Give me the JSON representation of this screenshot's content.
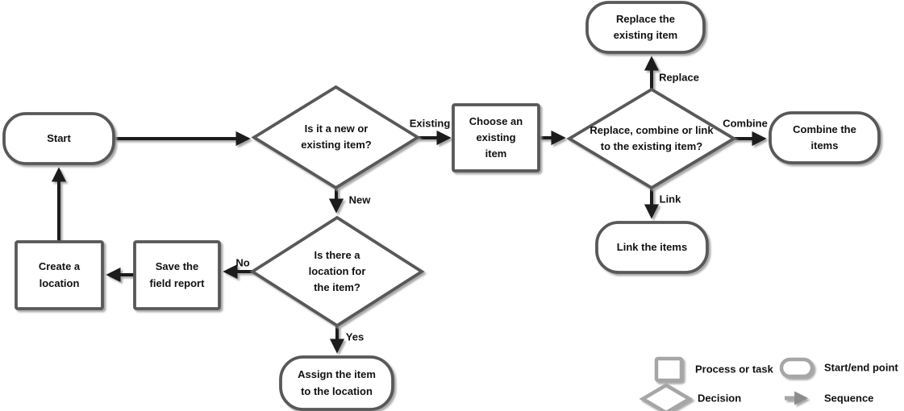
{
  "diagram": {
    "nodes": [
      {
        "id": "start",
        "type": "start-end",
        "label": "Start"
      },
      {
        "id": "new-or-existing",
        "type": "decision",
        "label": "Is it a new or\nexisting item?"
      },
      {
        "id": "choose-existing",
        "type": "process",
        "label": "Choose an\nexisting\nitem"
      },
      {
        "id": "replace-combine-link",
        "type": "decision",
        "label": "Replace, combine or link\nto the existing item?"
      },
      {
        "id": "replace-existing",
        "type": "start-end",
        "label": "Replace the\nexisting item"
      },
      {
        "id": "combine-items",
        "type": "start-end",
        "label": "Combine the\nitems"
      },
      {
        "id": "link-items",
        "type": "start-end",
        "label": "Link the items"
      },
      {
        "id": "location-for-item",
        "type": "decision",
        "label": "Is there a\nlocation for\nthe item?"
      },
      {
        "id": "save-field-report",
        "type": "process",
        "label": "Save the\nfield report"
      },
      {
        "id": "create-location",
        "type": "process",
        "label": "Create a\nlocation"
      },
      {
        "id": "assign-item",
        "type": "start-end",
        "label": "Assign the item\nto the location"
      }
    ],
    "edge_labels": [
      {
        "id": "existing",
        "label": "Existing"
      },
      {
        "id": "new",
        "label": "New"
      },
      {
        "id": "replace",
        "label": "Replace"
      },
      {
        "id": "combine",
        "label": "Combine"
      },
      {
        "id": "link",
        "label": "Link"
      },
      {
        "id": "no",
        "label": "No"
      },
      {
        "id": "yes",
        "label": "Yes"
      }
    ],
    "legend": {
      "items": [
        {
          "icon": "process-icon",
          "label": "Process or task"
        },
        {
          "icon": "start-end-icon",
          "label": "Start/end point"
        },
        {
          "icon": "decision-icon",
          "label": "Decision"
        },
        {
          "icon": "sequence-arrow-icon",
          "label": "Sequence"
        }
      ]
    },
    "colors": {
      "shape_border": "#595959",
      "arrow": "#1c1c1c",
      "legend_shape": "#a6a6a6",
      "legend_shape_dark": "#8c8c8c",
      "text": "#111111",
      "background": "#ffffff"
    }
  }
}
